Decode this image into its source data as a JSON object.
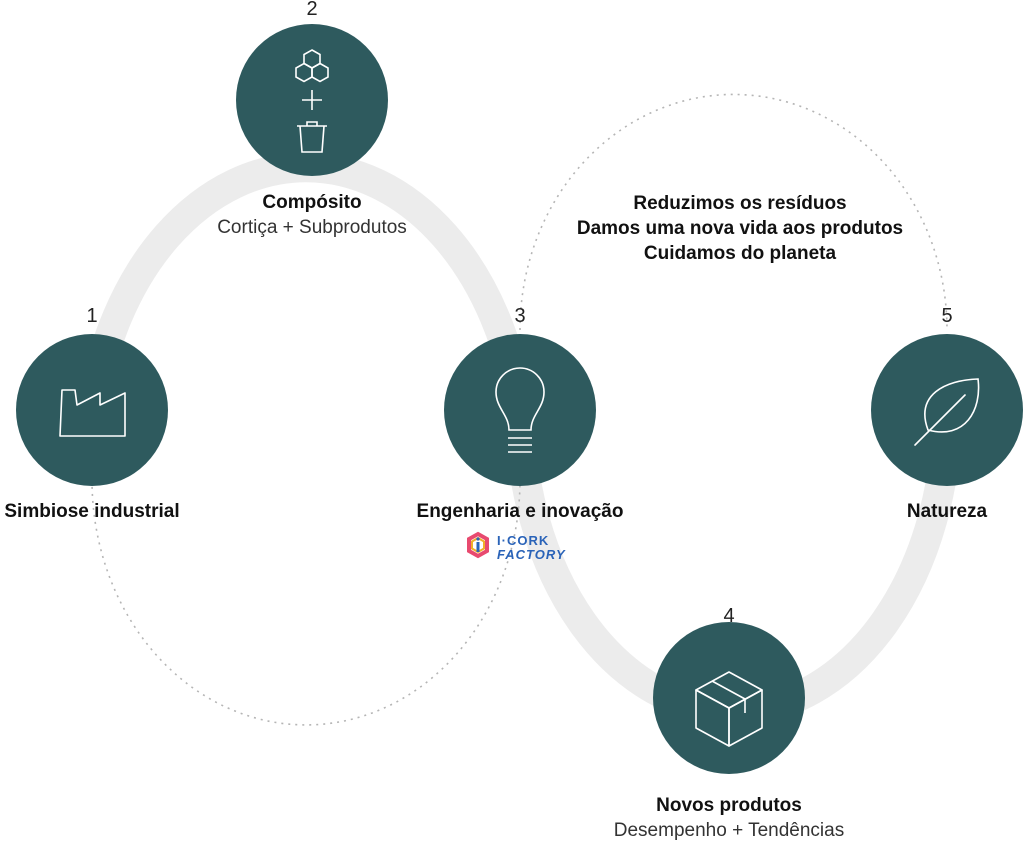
{
  "nodes": [
    {
      "id": "n1",
      "number": "1",
      "title": "Simbiose industrial",
      "subtitle": "",
      "icon": "factory-icon"
    },
    {
      "id": "n2",
      "number": "2",
      "title": "Compósito",
      "subtitle": "Cortiça + Subprodutos",
      "icon": "composite-icon"
    },
    {
      "id": "n3",
      "number": "3",
      "title": "Engenharia e inovação",
      "subtitle": "",
      "icon": "lightbulb-icon"
    },
    {
      "id": "n4",
      "number": "4",
      "title": "Novos produtos",
      "subtitle": "Desempenho + Tendências",
      "icon": "box-icon"
    },
    {
      "id": "n5",
      "number": "5",
      "title": "Natureza",
      "subtitle": "",
      "icon": "leaf-icon"
    }
  ],
  "message": {
    "line1": "Reduzimos os resíduos",
    "line2": "Damos uma nova vida aos produtos",
    "line3": "Cuidamos do planeta"
  },
  "logo": {
    "text_top": "I·CORK",
    "text_bottom": "FACTORY",
    "icon": "icork-factory-logo"
  },
  "colors": {
    "node_fill": "#2e5a5e",
    "track": "#ececec",
    "dotted": "#b5b5b5",
    "icon_stroke": "#ffffff",
    "logo_blue": "#2a63b8"
  }
}
